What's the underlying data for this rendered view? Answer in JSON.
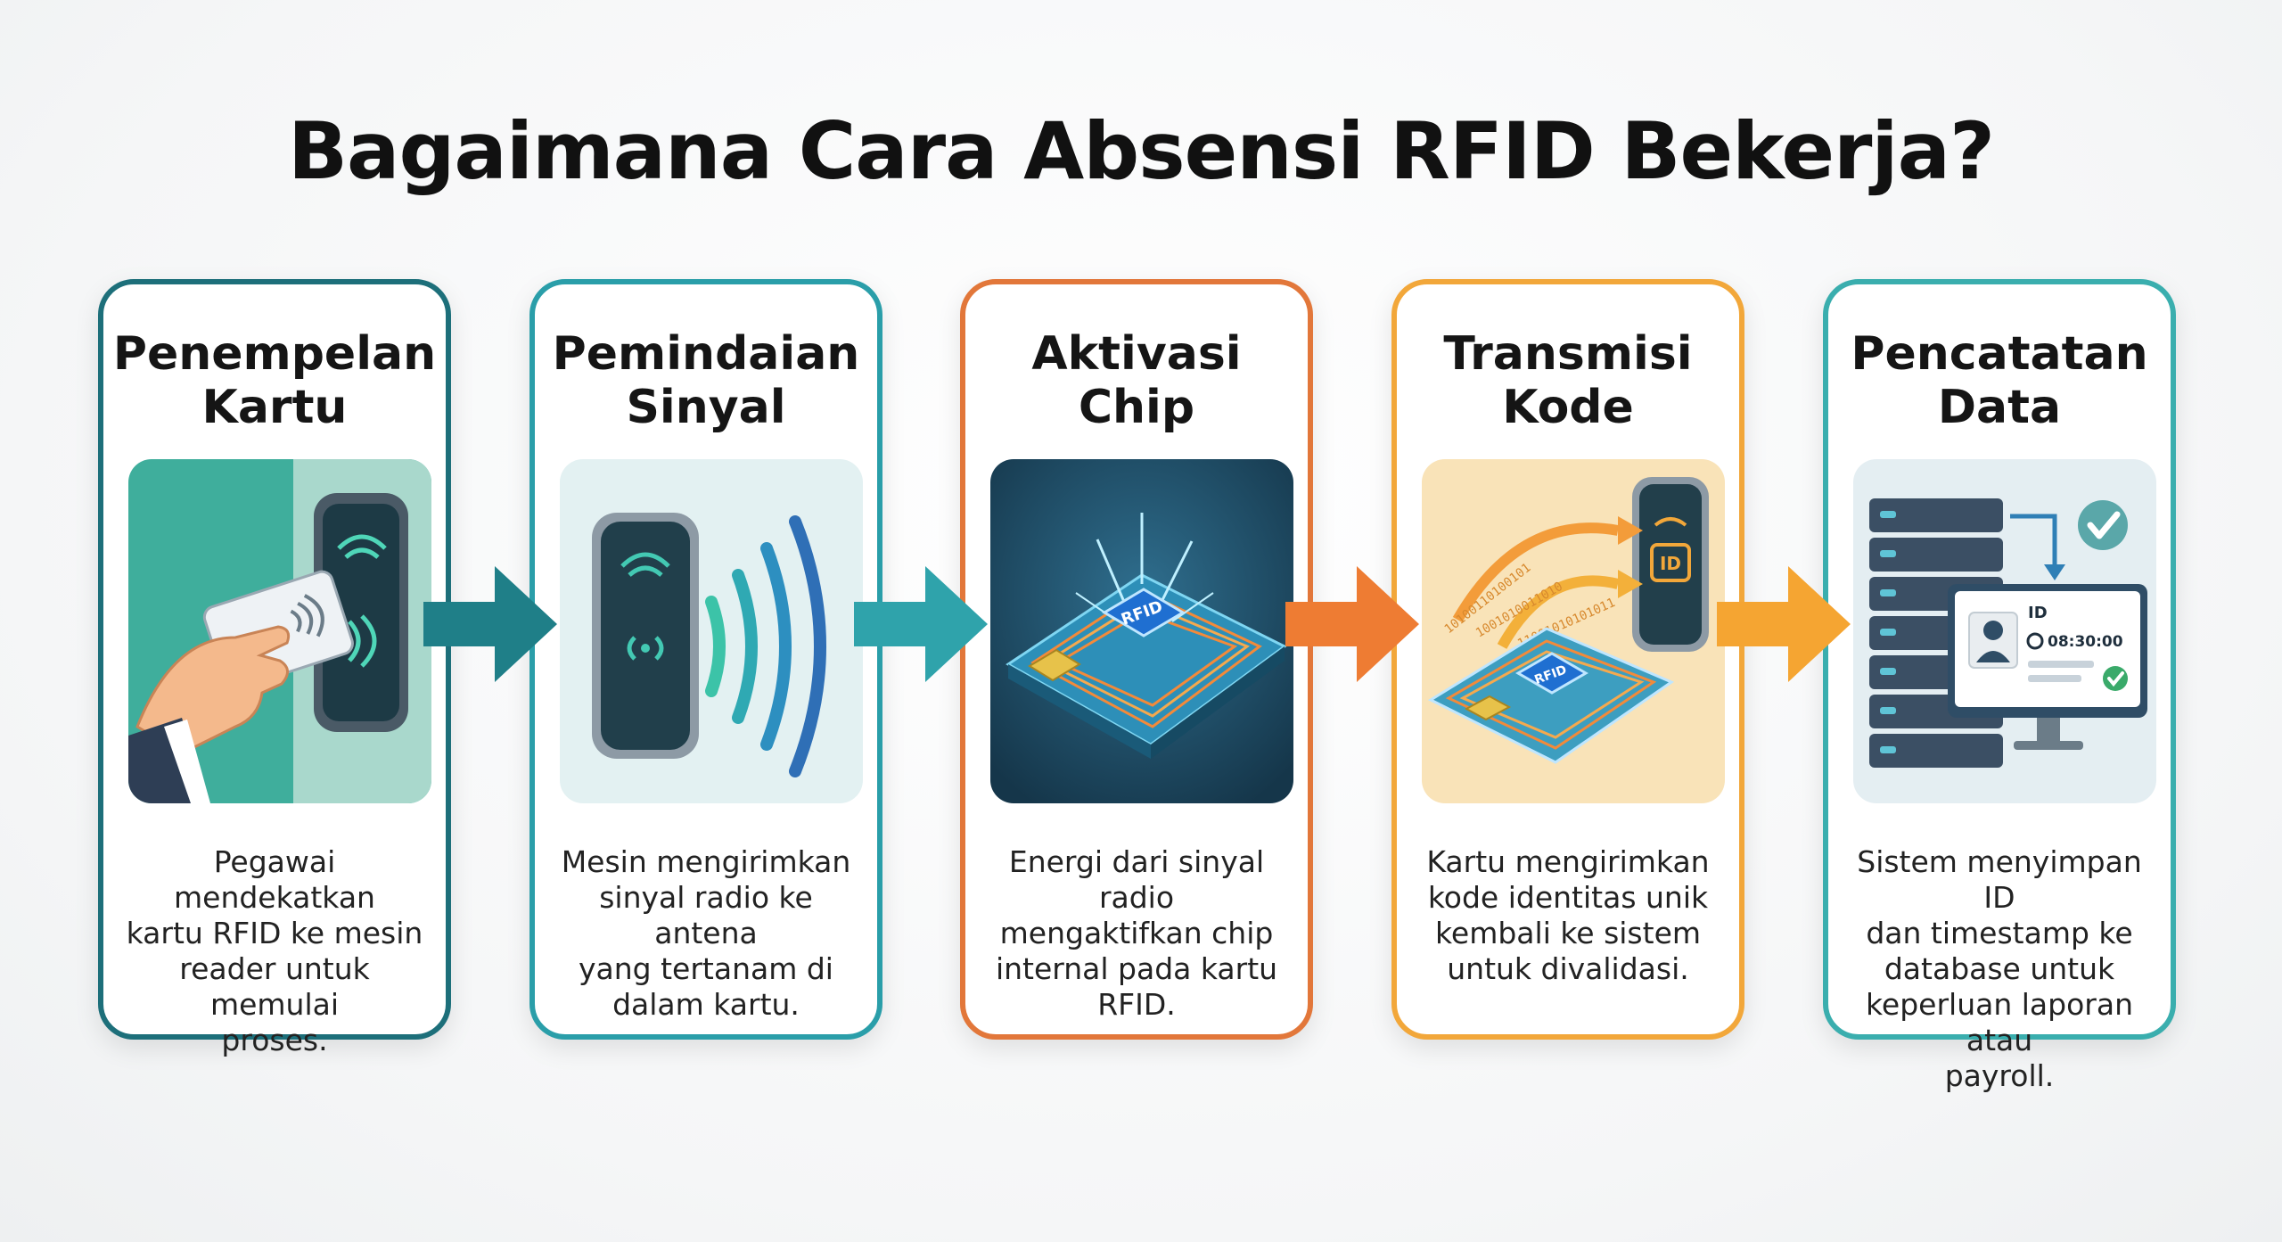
{
  "title": "Bagaimana Cara Absensi RFID Bekerja?",
  "steps": [
    {
      "title_lines": [
        "Penempelan",
        "Kartu"
      ],
      "desc_lines": [
        "Pegawai mendekatkan",
        "kartu RFID ke mesin",
        "reader untuk memulai",
        "proses."
      ],
      "color": "#1d6f7a",
      "icon": "hand-card-reader-icon"
    },
    {
      "title_lines": [
        "Pemindaian",
        "Sinyal"
      ],
      "desc_lines": [
        "Mesin mengirimkan",
        "sinyal radio ke antena",
        "yang tertanam di",
        "dalam kartu."
      ],
      "color": "#2a9ea9",
      "icon": "reader-signal-waves-icon"
    },
    {
      "title_lines": [
        "Aktivasi",
        "Chip"
      ],
      "desc_lines": [
        "Energi dari sinyal radio",
        "mengaktifkan chip",
        "internal pada kartu",
        "RFID."
      ],
      "color": "#e2773a",
      "icon": "rfid-chip-card-icon",
      "chip_label": "RFID"
    },
    {
      "title_lines": [
        "Transmisi",
        "Kode"
      ],
      "desc_lines": [
        "Kartu mengirimkan",
        "kode identitas unik",
        "kembali ke sistem",
        "untuk divalidasi."
      ],
      "color": "#f2a73a",
      "icon": "code-transmission-icon",
      "chip_label": "RFID",
      "id_label": "ID",
      "binary_1": "10100110100101",
      "binary_2": "1001010011010",
      "binary_3": "11001010101011"
    },
    {
      "title_lines": [
        "Pencatatan",
        "Data"
      ],
      "desc_lines": [
        "Sistem menyimpan ID",
        "dan timestamp ke",
        "database untuk",
        "keperluan laporan atau",
        "payroll."
      ],
      "color": "#3aaeae",
      "icon": "server-monitor-record-icon",
      "id_label": "ID",
      "time_label": "08:30:00"
    }
  ],
  "arrow_colors": [
    "#1f7f88",
    "#2fa3ab",
    "#ee7c33",
    "#f5a532"
  ]
}
